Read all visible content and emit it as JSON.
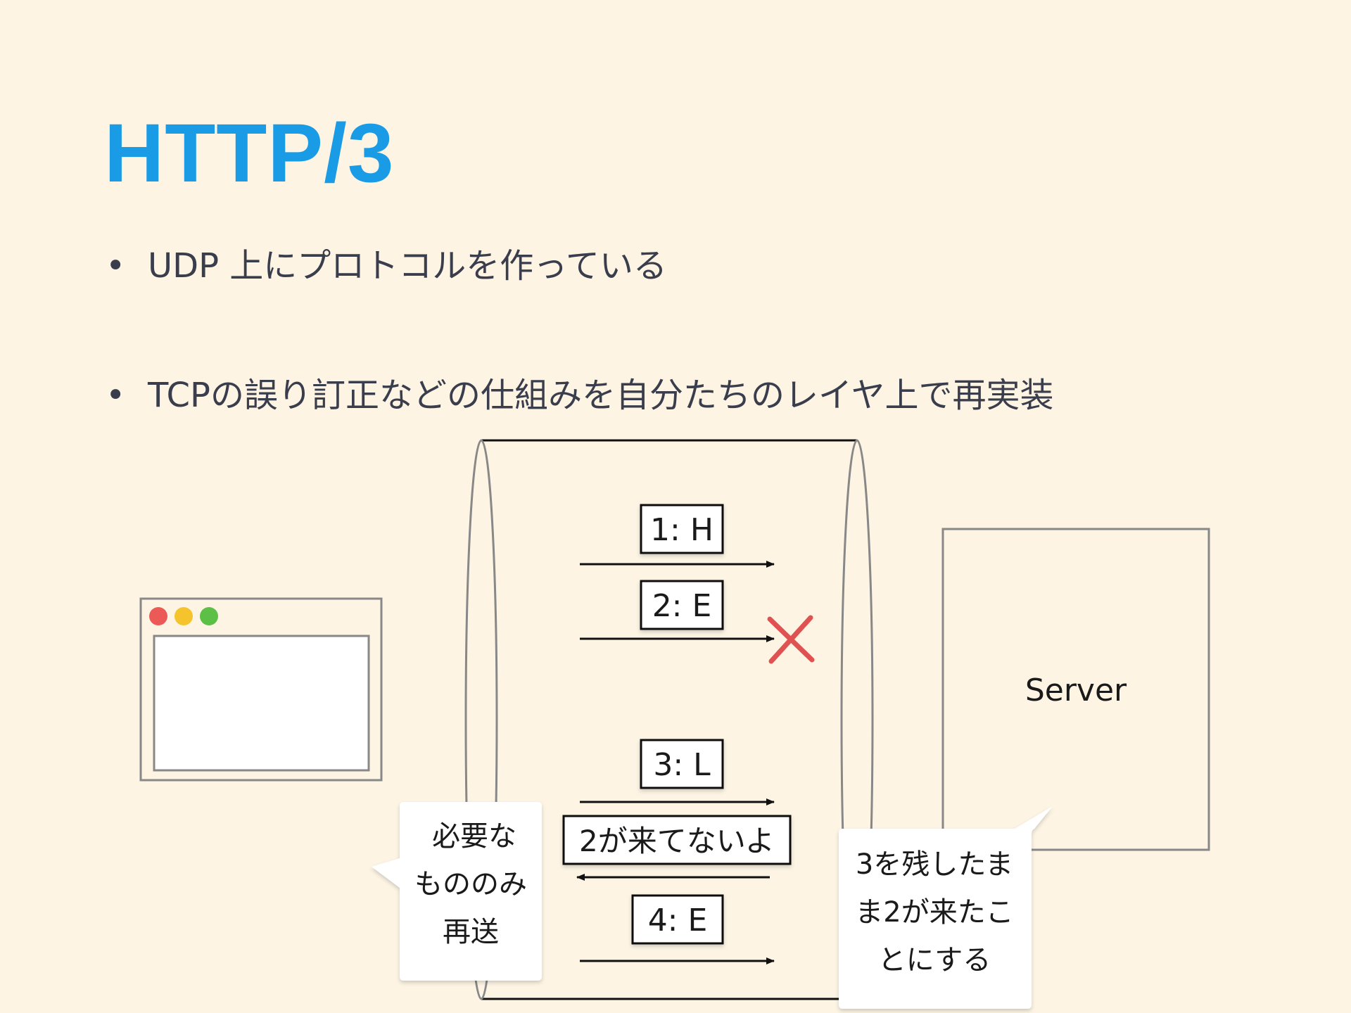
{
  "title": "HTTP/3",
  "bullets": [
    "UDP 上にプロトコルを作っている",
    "TCPの誤り訂正などの仕組みを自分たちのレイヤ上で再実装"
  ],
  "diagram": {
    "packets": [
      {
        "label": "1: H"
      },
      {
        "label": "2: E"
      },
      {
        "label": "3: L"
      },
      {
        "label": "4: E"
      }
    ],
    "nack_label": "2が来てないよ",
    "server_label": "Server",
    "callout_left": [
      "必要な",
      "もののみ",
      "再送"
    ],
    "callout_right": [
      "3を残したま",
      "ま2が来たこ",
      "とにする"
    ]
  },
  "colors": {
    "title": "#1a9be6",
    "background": "#fdf4e4",
    "lost_mark": "#e05252",
    "traffic_red": "#ec5a57",
    "traffic_yellow": "#f5c42c",
    "traffic_green": "#5cc046"
  }
}
